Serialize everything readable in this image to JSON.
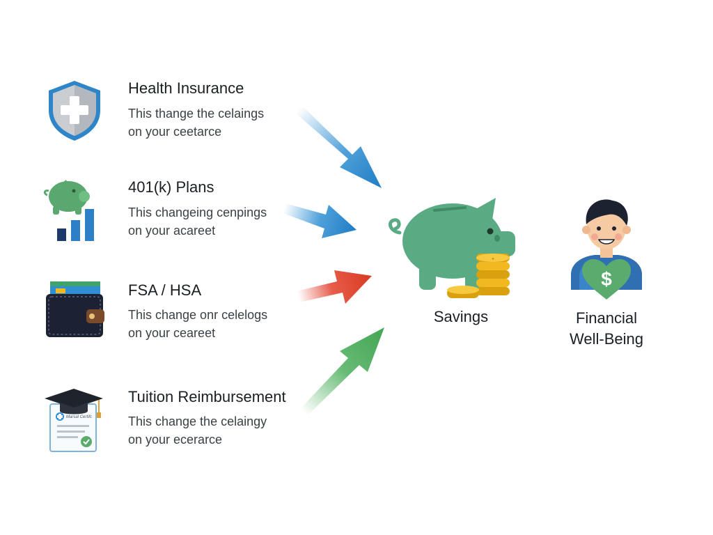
{
  "benefits": [
    {
      "id": "health-insurance",
      "title": "Health Insurance",
      "desc_line1": "This thange the celaings",
      "desc_line2": "on your ceetarce",
      "icon": "shield-cross-icon"
    },
    {
      "id": "401k",
      "title": "401(k) Plans",
      "desc_line1": "This changeing cenpings",
      "desc_line2": "on your acareet",
      "icon": "piggy-bank-chart-icon"
    },
    {
      "id": "fsa-hsa",
      "title": "FSA / HSA",
      "desc_line1": "This change onr celelogs",
      "desc_line2": "on your cearеet",
      "icon": "wallet-icon"
    },
    {
      "id": "tuition",
      "title": "Tuition Reimbursement",
      "desc_line1": "This change the celaingy",
      "desc_line2": "on your ecerarce",
      "icon": "graduation-cap-certificate-icon"
    }
  ],
  "certificate_text": "Marsal Certifc",
  "savings": {
    "label": "Savings",
    "icon": "piggy-bank-coins-icon"
  },
  "wellbeing": {
    "line1": "Financial",
    "line2": "Well-Being",
    "icon": "person-heart-dollar-icon",
    "symbol": "$"
  },
  "colors": {
    "blue_arrow": "#2f8fd2",
    "red_arrow": "#e2402a",
    "green_arrow": "#4caf5c",
    "piggy_green": "#5aab83",
    "coin_gold": "#f2b820"
  }
}
